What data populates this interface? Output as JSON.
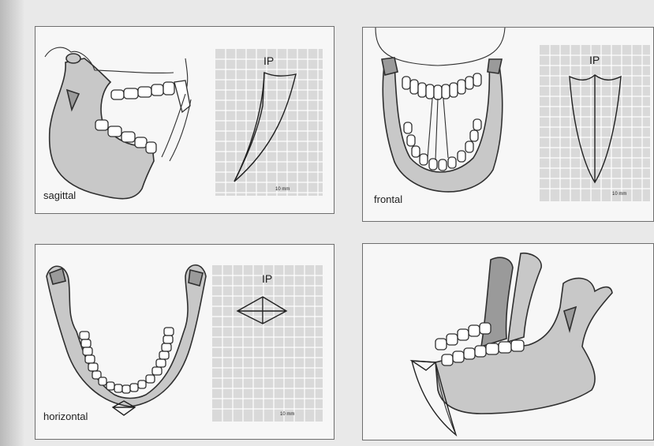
{
  "panels": {
    "sagittal": {
      "label": "sagittal",
      "ip": "IP",
      "scale": "10 mm"
    },
    "frontal": {
      "label": "frontal",
      "ip": "IP",
      "scale": "10 mm"
    },
    "horizontal": {
      "label": "horizontal",
      "ip": "IP",
      "scale": "10 mm"
    }
  },
  "colors": {
    "bone": "#c8c8c8",
    "grid": "#d9d9d9",
    "ink": "#2f2f2f"
  }
}
